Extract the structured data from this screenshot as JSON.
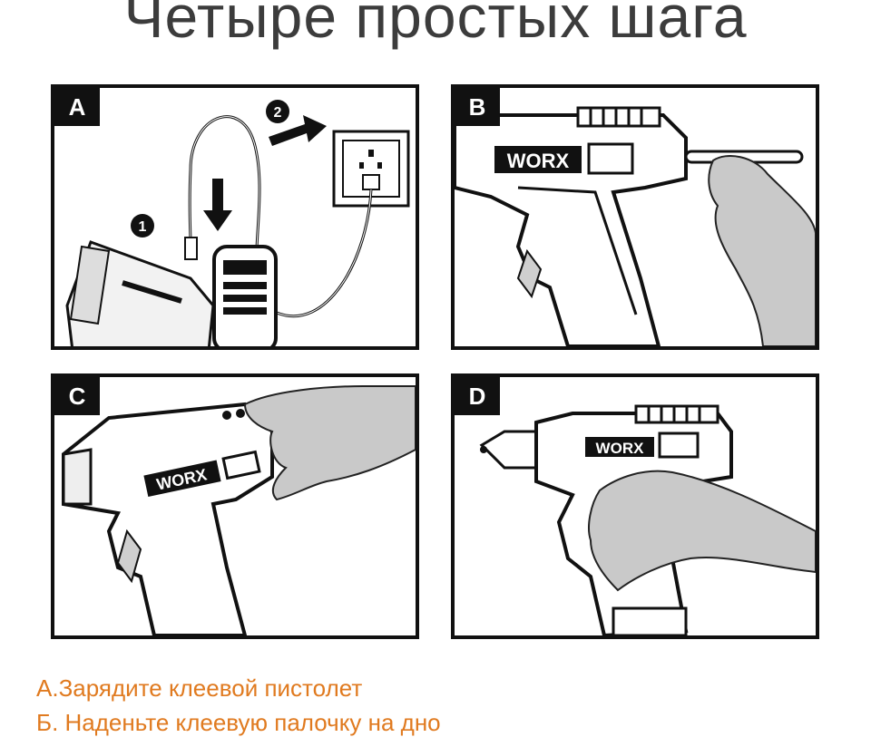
{
  "title": "Четыре простых шага",
  "panels": [
    {
      "letter": "A",
      "step_markers": [
        "1",
        "2"
      ]
    },
    {
      "letter": "B",
      "brand": "WORX"
    },
    {
      "letter": "C",
      "brand": "WORX"
    },
    {
      "letter": "D",
      "brand": "WORX"
    }
  ],
  "captions": [
    "А.Зарядите клеевой пистолет",
    "Б. Наденьте клеевую палочку на дно"
  ],
  "colors": {
    "caption": "#e07a1f",
    "title": "#3c3c3c",
    "ink": "#111111",
    "hand": "#c9c9c9"
  }
}
